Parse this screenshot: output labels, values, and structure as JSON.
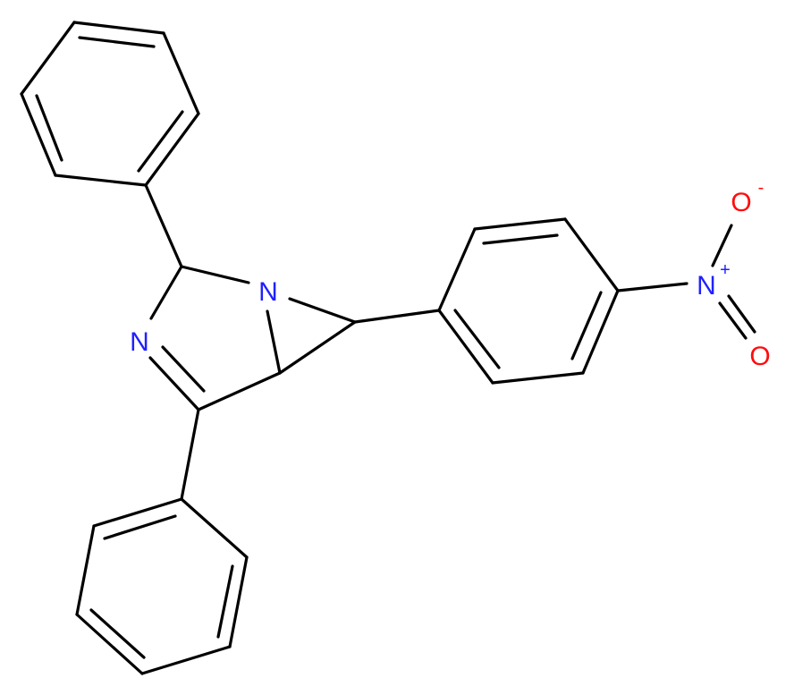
{
  "molecule": {
    "atoms": {
      "n_aziridine": "N",
      "n_imine": "N",
      "n_nitro": "N",
      "o_top": "O",
      "o_bottom": "O"
    },
    "charges": {
      "n_nitro": "+",
      "o_top": "-"
    },
    "colors": {
      "bond": "#000000",
      "nitrogen": "#2020ff",
      "oxygen": "#ff0d0d"
    }
  }
}
